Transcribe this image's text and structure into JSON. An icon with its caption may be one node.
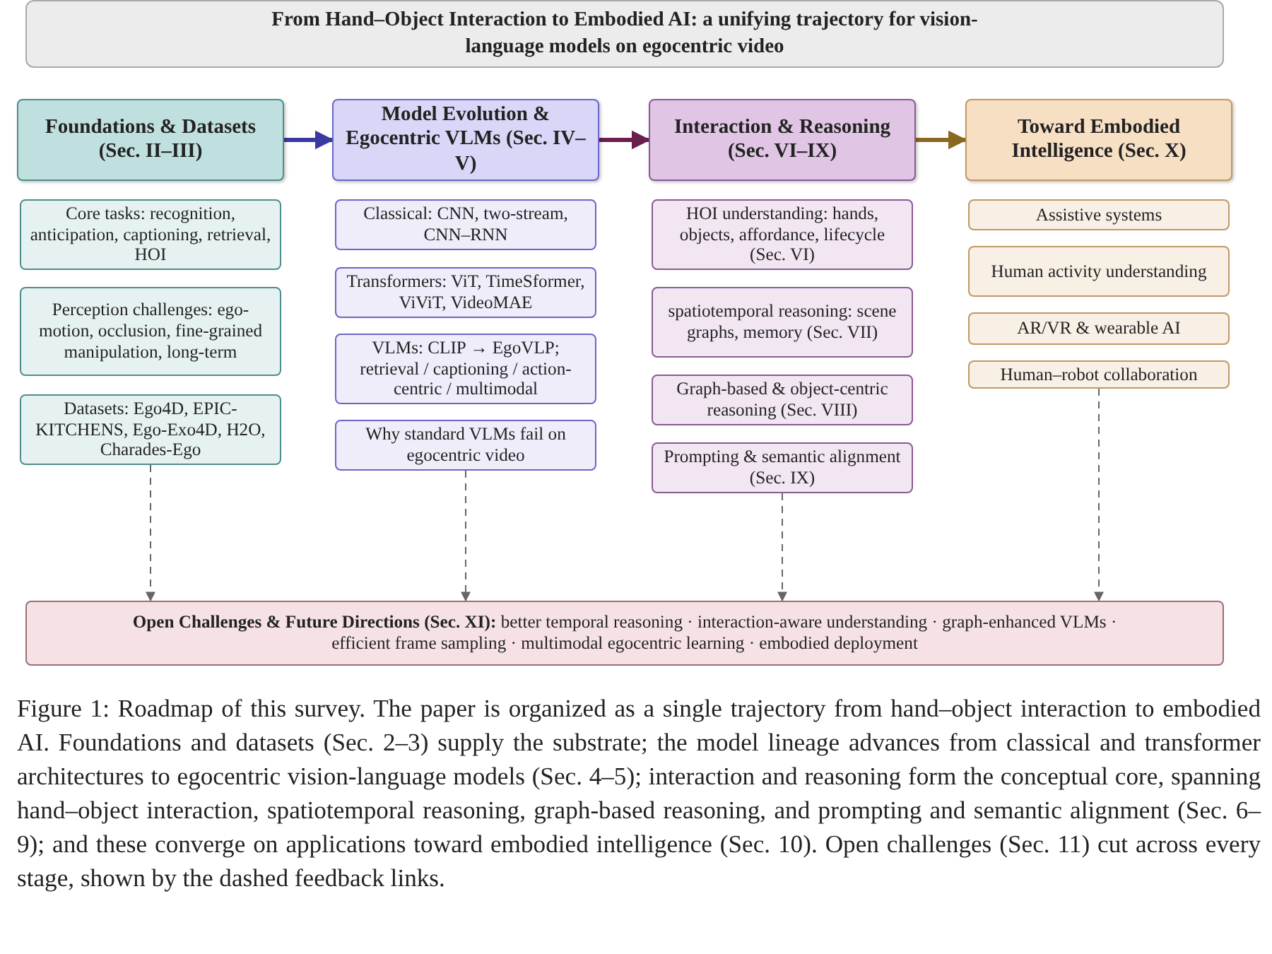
{
  "diagram": {
    "title": "From Hand–Object Interaction to Embodied AI: a unifying trajectory for vision-language models on egocentric video",
    "caption": "Figure 1: Roadmap of this survey. The paper is organized as a single trajectory from hand–object interaction to embodied AI. Foundations and datasets (Sec. 2–3) supply the substrate; the model lineage advances from classical and transformer architectures to egocentric vision-language models (Sec. 4–5); interaction and reasoning form the conceptual core, spanning hand–object interaction, spatiotemporal reasoning, graph-based reasoning, and prompting and semantic alignment (Sec. 6–9); and these converge on applications toward embodied intelligence (Sec. 10). Open challenges (Sec. 11) cut across every stage, shown by the dashed feedback links.",
    "nodes": [
      {
        "text": [
          "Foundations & Datasets (Sec. II–III)"
        ]
      },
      {
        "text": [
          "Model Evolution & Egocentric VLMs (Sec. IV–V)"
        ]
      },
      {
        "text": [
          "Interaction & Reasoning (Sec. VI–IX)"
        ]
      },
      {
        "text": [
          "Toward Embodied Intelligence (Sec. X)"
        ]
      },
      {
        "text": [
          "Core tasks: recognition, anticipation, captioning, retrieval, HOI"
        ]
      },
      {
        "text": [
          "Perception challenges: ego-motion, occlusion, fine-grained manipulation, long-term"
        ]
      },
      {
        "text": [
          "Datasets: Ego4D, EPIC-KITCHENS, Ego-Exo4D, H2O, Charades-Ego"
        ]
      },
      {
        "text": [
          "Classical: CNN, two-stream, CNN–RNN"
        ]
      },
      {
        "text": [
          "Transformers: ViT, TimeSformer, ViViT, VideoMAE"
        ]
      },
      {
        "text": [
          "VLMs: CLIP → EgoVLP; retrieval / captioning / action-centric / multimodal"
        ]
      },
      {
        "text": [
          "Why standard VLMs fail on egocentric video"
        ]
      },
      {
        "text": [
          "HOI understanding: hands, objects, affordance, lifecycle (Sec. VI)"
        ]
      },
      {
        "text": [
          "spatiotemporal reasoning: scene graphs, memory (Sec. VII)"
        ]
      },
      {
        "text": [
          "Graph-based & object-centric reasoning (Sec. VIII)"
        ]
      },
      {
        "text": [
          "Prompting & semantic alignment (Sec. IX)"
        ]
      },
      {
        "text": [
          "Assistive systems"
        ]
      },
      {
        "text": [
          "Human activity understanding"
        ]
      },
      {
        "text": [
          "AR/VR & wearable AI"
        ]
      },
      {
        "text": [
          "Human–robot collaboration"
        ]
      },
      {
        "text": [
          "**Open Challenges & Future Directions (Sec. XI):** better temporal reasoning · interaction-aware understanding · graph-enhanced VLMs · efficient frame sampling · multimodal egocentric learning · embodied deployment"
        ]
      }
    ],
    "edges": [
      {
        "from": 0,
        "to": 1,
        "arrow": "to",
        "style": "thick",
        "color": "#3a3aa0"
      },
      {
        "from": 1,
        "to": 2,
        "arrow": "to",
        "style": "thick",
        "color": "#6a1f4e"
      },
      {
        "from": 2,
        "to": 3,
        "arrow": "to",
        "style": "thick",
        "color": "#8a6820"
      },
      {
        "from": 6,
        "to": 19,
        "arrow": "to",
        "style": "dashed"
      },
      {
        "from": 10,
        "to": 19,
        "arrow": "to",
        "style": "dashed"
      },
      {
        "from": 14,
        "to": 19,
        "arrow": "to",
        "style": "dashed"
      },
      {
        "from": 18,
        "to": 19,
        "arrow": "to",
        "style": "dashed"
      }
    ]
  }
}
